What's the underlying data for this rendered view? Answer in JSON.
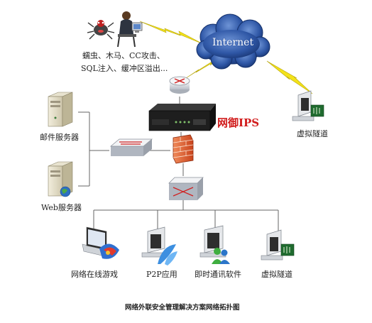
{
  "cloud": {
    "label": "Internet"
  },
  "attacker": {
    "line1": "蠕虫、木马、CC攻击、",
    "line2": "SQL注入、缓冲区溢出..."
  },
  "ips": {
    "label": "网御IPS"
  },
  "left_servers": {
    "mail": "邮件服务器",
    "web": "Web服务器"
  },
  "remote": {
    "label": "虚拟隧道"
  },
  "clients": [
    {
      "label": "网络在线游戏"
    },
    {
      "label": "P2P应用"
    },
    {
      "label": "即时通讯软件"
    },
    {
      "label": "虚拟隧道"
    }
  ],
  "caption": "网络外联安全管理解决方案网络拓扑图",
  "colors": {
    "ips_text": "#d11c1c",
    "lightning": "#f3e21a",
    "cloud_dark": "#1a3d86"
  }
}
